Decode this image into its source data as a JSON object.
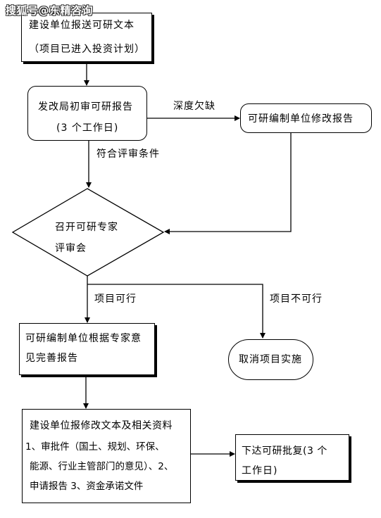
{
  "watermark": "搜狐号@东精咨询",
  "nodes": {
    "submit": {
      "line1": "建设单位报送可研文本",
      "line2": "（项目已进入投资计划）"
    },
    "review": {
      "line1": "发改局初审可研报告",
      "line2": "(3 个工作日)"
    },
    "revise": {
      "text": "可研编制单位修改报告"
    },
    "meeting": {
      "line1": "召开可研专家",
      "line2": "评审会"
    },
    "improve": {
      "line1": "可研编制单位根据专家意",
      "line2": "见完善报告"
    },
    "cancel": {
      "text": "取消项目实施"
    },
    "materials": {
      "line1": "建设单位报修改文本及相关资料",
      "line2": "1、审批件（国土、规划、环保、",
      "line3": "能源、行业主管部门的意见）、2、",
      "line4": "申请报告 3、资金承诺文件"
    },
    "approval": {
      "line1": "下达可研批复(3 个",
      "line2": "工作日)"
    }
  },
  "edges": {
    "deficient": "深度欠缺",
    "meets": "符合评审条件",
    "feasible": "项目可行",
    "infeasible": "项目不可行"
  }
}
